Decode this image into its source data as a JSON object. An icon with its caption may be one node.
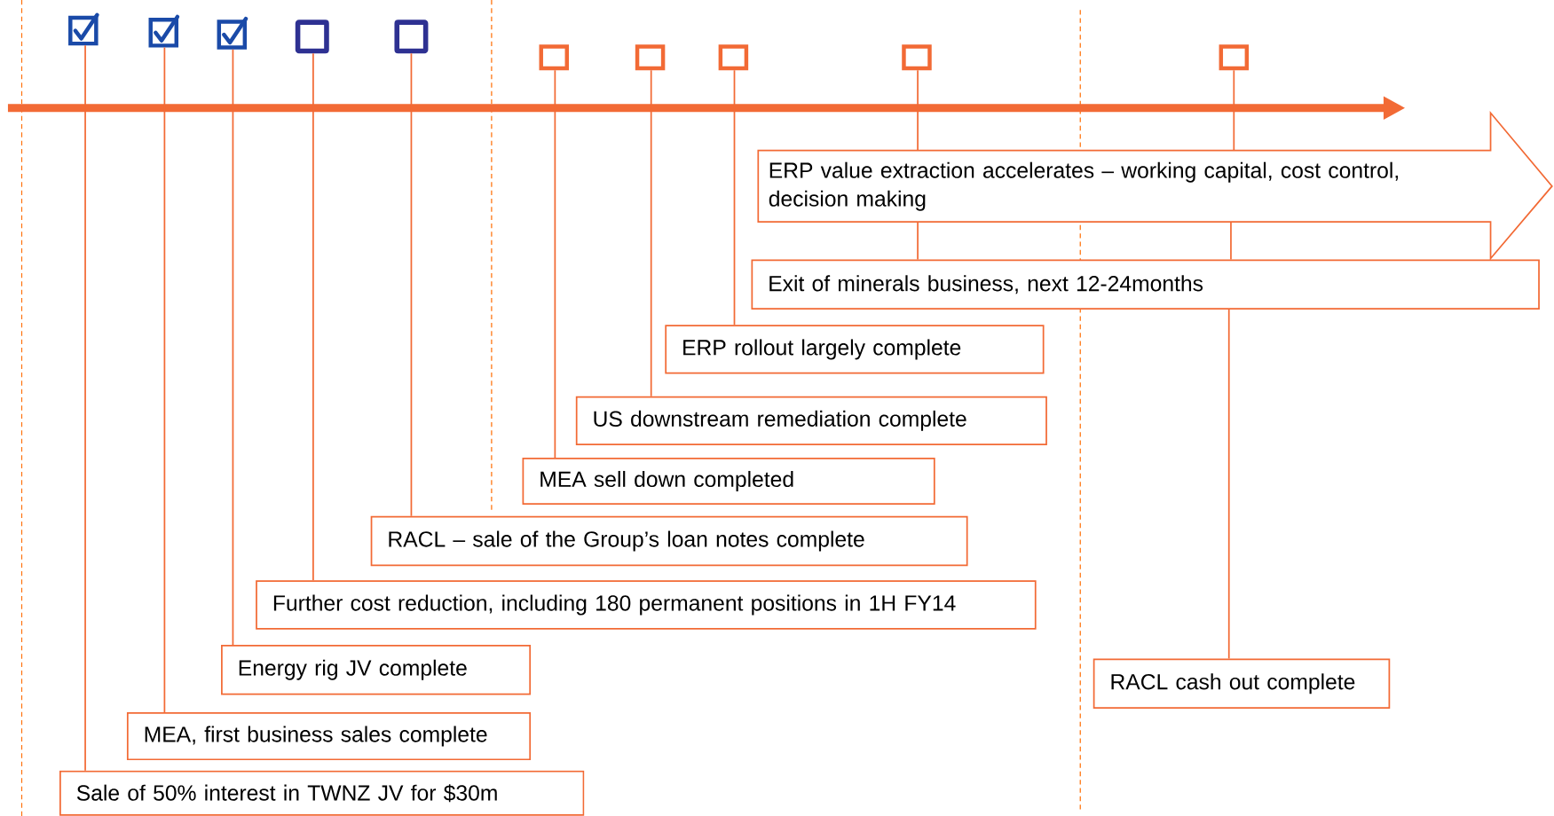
{
  "diagram": {
    "nodes": [
      {
        "text": [],
        "shape": "box"
      },
      {
        "text": [],
        "shape": "box"
      },
      {
        "text": [],
        "shape": "box"
      },
      {
        "text": [],
        "shape": "box"
      },
      {
        "text": [],
        "shape": "box"
      },
      {
        "text": [],
        "shape": "box"
      },
      {
        "text": [],
        "shape": "box"
      },
      {
        "text": [],
        "shape": "box"
      },
      {
        "text": [],
        "shape": "box"
      },
      {
        "text": [],
        "shape": "box"
      },
      {
        "text": [
          "Sale of 50% interest in TWNZ JV for $30m"
        ]
      },
      {
        "text": [
          "MEA, first business sales complete"
        ]
      },
      {
        "text": [
          "Energy rig JV complete"
        ]
      },
      {
        "text": [
          "Further cost reduction, including 180 permanent positions in 1H FY14"
        ]
      },
      {
        "text": [
          "RACL – sale of the Group’s loan notes complete"
        ]
      },
      {
        "text": [
          "MEA sell down completed"
        ]
      },
      {
        "text": [
          "US downstream remediation complete"
        ]
      },
      {
        "text": [
          "ERP rollout largely complete"
        ]
      },
      {
        "text": [
          "ERP value extraction accelerates – working capital, cost control, decision making"
        ]
      },
      {
        "text": [
          "Exit of minerals business, next 12-24months"
        ]
      },
      {
        "text": [
          "RACL cash out complete"
        ]
      }
    ],
    "edges": [
      {
        "from": 0,
        "to": 10,
        "arrow": "none"
      },
      {
        "from": 1,
        "to": 11,
        "arrow": "none"
      },
      {
        "from": 2,
        "to": 12,
        "arrow": "none"
      },
      {
        "from": 3,
        "to": 13,
        "arrow": "none"
      },
      {
        "from": 4,
        "to": 14,
        "arrow": "none"
      },
      {
        "from": 5,
        "to": 15,
        "arrow": "none"
      },
      {
        "from": 6,
        "to": 16,
        "arrow": "none"
      },
      {
        "from": 7,
        "to": 17,
        "arrow": "none"
      },
      {
        "from": 8,
        "to": 18,
        "arrow": "none"
      },
      {
        "from": 18,
        "to": 19,
        "arrow": "none"
      },
      {
        "from": 9,
        "to": 18,
        "arrow": "none"
      },
      {
        "from": 18,
        "to": 19,
        "arrow": "none"
      },
      {
        "from": 19,
        "to": 20,
        "arrow": "none"
      }
    ]
  }
}
